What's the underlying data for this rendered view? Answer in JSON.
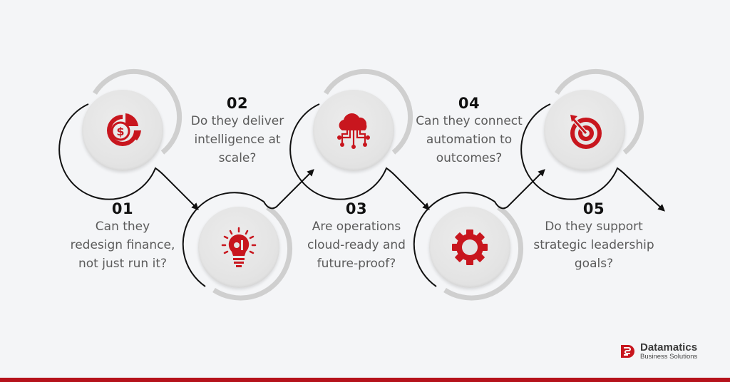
{
  "colors": {
    "background": "#f4f5f7",
    "accent_red": "#c8161e",
    "text_gray": "#5b5b5b",
    "number_black": "#111111",
    "bottom_bar": "#b5121b"
  },
  "steps": [
    {
      "number": "01",
      "question": "Can they\nredesign finance,\nnot just run it?",
      "icon": "finance-dollar-chart-icon"
    },
    {
      "number": "02",
      "question": "Do they deliver\nintelligence at\nscale?",
      "icon": "lightbulb-gear-icon"
    },
    {
      "number": "03",
      "question": "Are operations\ncloud-ready and\nfuture-proof?",
      "icon": "cloud-network-icon"
    },
    {
      "number": "04",
      "question": "Can they connect\nautomation to\noutcomes?",
      "icon": "gear-icon"
    },
    {
      "number": "05",
      "question": "Do they support\nstrategic leadership\ngoals?",
      "icon": "target-arrow-icon"
    }
  ],
  "logo": {
    "name": "Datamatics",
    "subtitle": "Business Solutions",
    "icon": "datamatics-logo-icon"
  }
}
